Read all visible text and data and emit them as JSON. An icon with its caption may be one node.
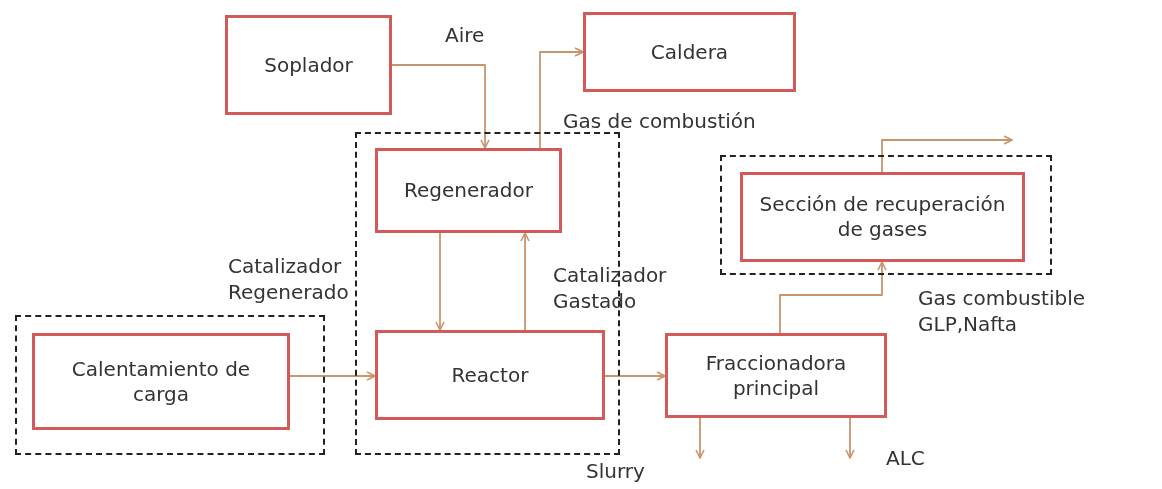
{
  "diagram": {
    "nodes": [
      {
        "text": [
          "Soplador"
        ]
      },
      {
        "text": [
          "Caldera"
        ]
      },
      {
        "text": [],
        "shape": "box"
      },
      {
        "text": [
          "Regenerador"
        ],
        "in": 2
      },
      {
        "text": [
          "Reactor"
        ],
        "in": 2
      },
      {
        "text": [],
        "shape": "box"
      },
      {
        "text": [
          "Calentamiento de carga"
        ],
        "in": 5
      },
      {
        "text": [],
        "shape": "box"
      },
      {
        "text": [
          "Sección de recuperación de gases"
        ],
        "in": 7
      },
      {
        "text": [
          "Fraccionadora principal"
        ]
      }
    ],
    "edges": [
      {
        "from": 0,
        "to": 3,
        "arrow": "to",
        "label": "Aire"
      },
      {
        "from": 3,
        "to": 1,
        "arrow": "to",
        "label": "Gas de combustión"
      },
      {
        "from": 3,
        "to": 4,
        "arrow": "to",
        "label": "Catalizador Regenerado"
      },
      {
        "from": 4,
        "to": 3,
        "arrow": "to",
        "label": "Catalizador Gastado"
      },
      {
        "from": 6,
        "to": 4,
        "arrow": "to"
      },
      {
        "from": 4,
        "to": 9,
        "arrow": "to"
      },
      {
        "from": 9,
        "to": 8,
        "arrow": "to",
        "label": "Gas combustible GLP,Nafta"
      },
      {
        "from": 8,
        "to": null,
        "arrow": "to"
      },
      {
        "from": 9,
        "to": null,
        "arrow": "to",
        "label": "Slurry"
      },
      {
        "from": 9,
        "to": null,
        "arrow": "to",
        "label": "ALC"
      }
    ]
  }
}
